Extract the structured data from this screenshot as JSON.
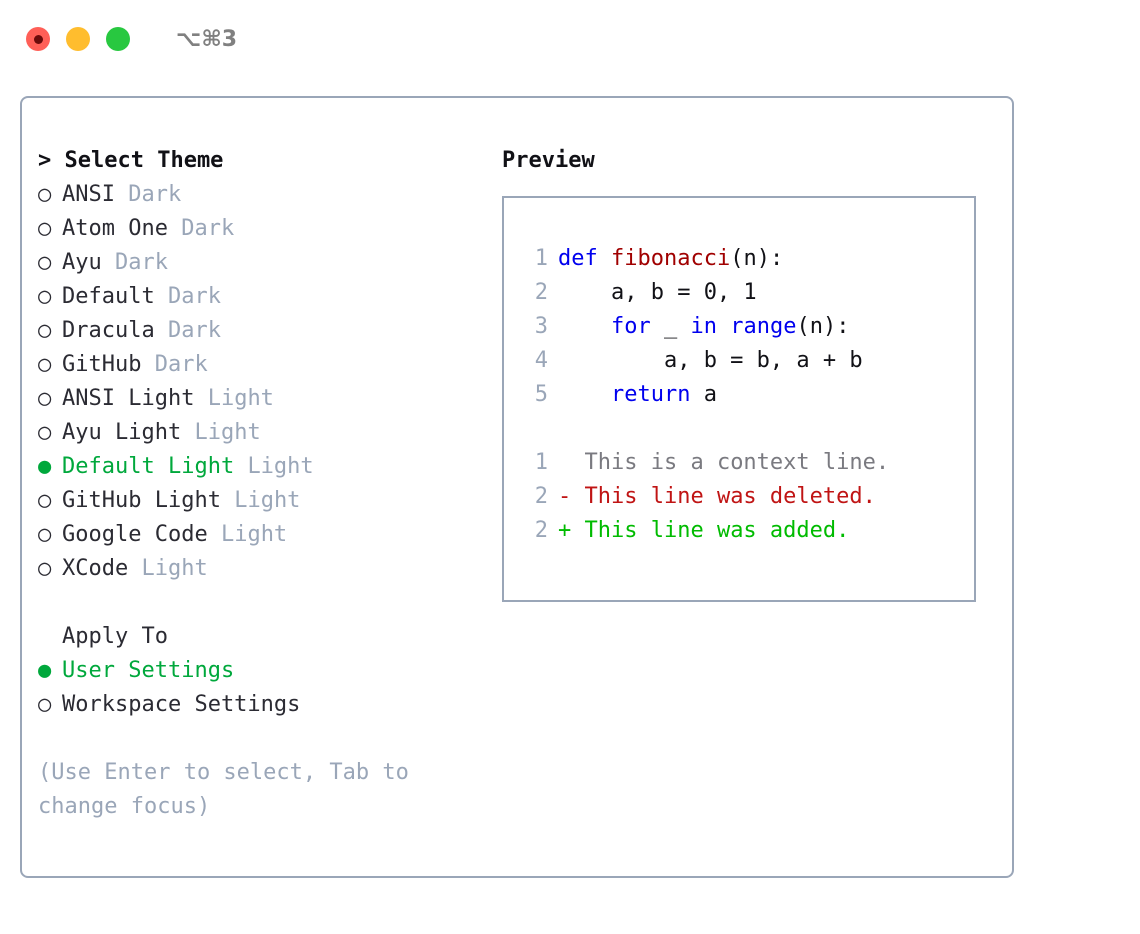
{
  "titlebar": {
    "shortcut": "⌥⌘3",
    "dots": [
      "close-red",
      "minimize-yellow",
      "maximize-green"
    ]
  },
  "theme_panel": {
    "header": "> Select Theme",
    "items": [
      {
        "marker": "○",
        "name": "ANSI",
        "badge": "Dark",
        "selected": false
      },
      {
        "marker": "○",
        "name": "Atom One",
        "badge": "Dark",
        "selected": false
      },
      {
        "marker": "○",
        "name": "Ayu",
        "badge": "Dark",
        "selected": false
      },
      {
        "marker": "○",
        "name": "Default",
        "badge": "Dark",
        "selected": false
      },
      {
        "marker": "○",
        "name": "Dracula",
        "badge": "Dark",
        "selected": false
      },
      {
        "marker": "○",
        "name": "GitHub",
        "badge": "Dark",
        "selected": false
      },
      {
        "marker": "○",
        "name": "ANSI Light",
        "badge": "Light",
        "selected": false
      },
      {
        "marker": "○",
        "name": "Ayu Light",
        "badge": "Light",
        "selected": false
      },
      {
        "marker": "●",
        "name": "Default Light",
        "badge": "Light",
        "selected": true
      },
      {
        "marker": "○",
        "name": "GitHub Light",
        "badge": "Light",
        "selected": false
      },
      {
        "marker": "○",
        "name": "Google Code",
        "badge": "Light",
        "selected": false
      },
      {
        "marker": "○",
        "name": "XCode",
        "badge": "Light",
        "selected": false
      }
    ]
  },
  "apply_to": {
    "header": "Apply To",
    "options": [
      {
        "marker": "●",
        "name": "User Settings",
        "selected": true
      },
      {
        "marker": "○",
        "name": "Workspace Settings",
        "selected": false
      }
    ]
  },
  "hint": "(Use Enter to select, Tab to change focus)",
  "preview": {
    "title": "Preview",
    "code": [
      {
        "no": "1",
        "tokens": [
          {
            "t": "def ",
            "c": "kw"
          },
          {
            "t": "fibonacci",
            "c": "fn"
          },
          {
            "t": "(n):",
            "c": "tx"
          }
        ]
      },
      {
        "no": "2",
        "tokens": [
          {
            "t": "    a, b = 0, 1",
            "c": "tx"
          }
        ]
      },
      {
        "no": "3",
        "tokens": [
          {
            "t": "    ",
            "c": "tx"
          },
          {
            "t": "for",
            "c": "kw"
          },
          {
            "t": " _ ",
            "c": "tx"
          },
          {
            "t": "in",
            "c": "kw"
          },
          {
            "t": " ",
            "c": "tx"
          },
          {
            "t": "range",
            "c": "kw"
          },
          {
            "t": "(n):",
            "c": "tx"
          }
        ]
      },
      {
        "no": "4",
        "tokens": [
          {
            "t": "        a, b = b, a + b",
            "c": "tx"
          }
        ]
      },
      {
        "no": "5",
        "tokens": [
          {
            "t": "    ",
            "c": "tx"
          },
          {
            "t": "return",
            "c": "kw"
          },
          {
            "t": " a",
            "c": "tx"
          }
        ]
      }
    ],
    "diff": [
      {
        "no": "1",
        "sign": " ",
        "text": " This is a context line.",
        "kind": "ctx"
      },
      {
        "no": "2",
        "sign": "-",
        "text": " This line was deleted.",
        "kind": "del"
      },
      {
        "no": "2",
        "sign": "+",
        "text": " This line was added.",
        "kind": "add"
      }
    ]
  },
  "colors": {
    "accent_green": "#00a83c",
    "muted": "#9aa6b8",
    "keyword_blue": "#0000ee",
    "function_red": "#a00000",
    "diff_deleted": "#c01414",
    "diff_added": "#00bb00",
    "border": "#9aa6b8"
  }
}
